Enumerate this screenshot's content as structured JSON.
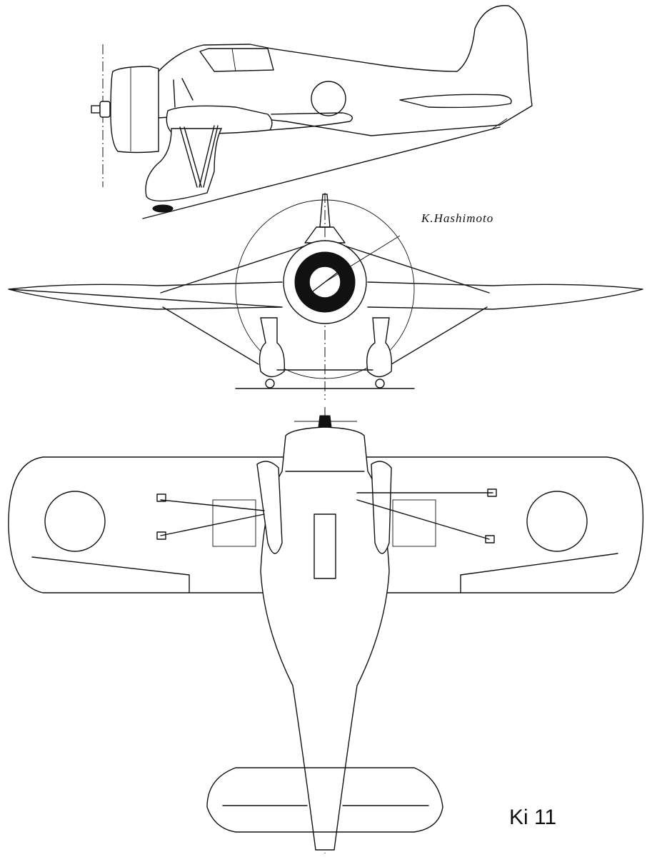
{
  "drawing": {
    "title": "Ki 11",
    "artist_signature": "K.Hashimoto",
    "views": [
      "side-view",
      "front-view",
      "plan-view"
    ]
  }
}
